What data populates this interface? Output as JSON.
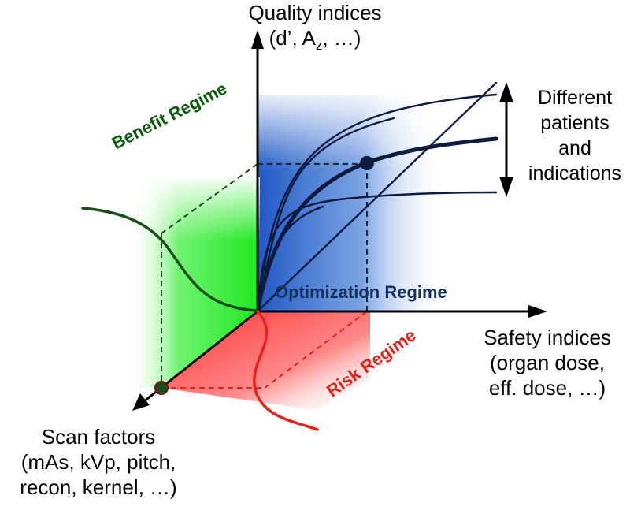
{
  "axes": {
    "quality": {
      "line1": "Quality indices",
      "line2_prefix": "(d’, A",
      "line2_sub": "z",
      "line2_suffix": ", …)"
    },
    "safety": {
      "line1": "Safety indices",
      "line2": "(organ dose,",
      "line3": "eff. dose, …)"
    },
    "scan": {
      "line1": "Scan factors",
      "line2": "(mAs, kVp, pitch,",
      "line3": "recon, kernel, …)"
    }
  },
  "variation": {
    "line1": "Different",
    "line2": "patients",
    "line3": "and",
    "line4": "indications"
  },
  "regimes": {
    "benefit": {
      "label": "Benefit Regime",
      "color": "#0a5c0a"
    },
    "optimization": {
      "label": "Optimization Regime",
      "color": "#14305e"
    },
    "risk": {
      "label": "Risk Regime",
      "color": "#e8221b"
    }
  },
  "colors": {
    "axis": "#000000",
    "curves": "#0d1b3e",
    "benefit_curve": "#1a4d1a",
    "risk_curve": "#e8221b",
    "benefit_fill": "#22ee22",
    "risk_fill": "#ff3b3b",
    "optimization_fill": "#2a64c8"
  }
}
